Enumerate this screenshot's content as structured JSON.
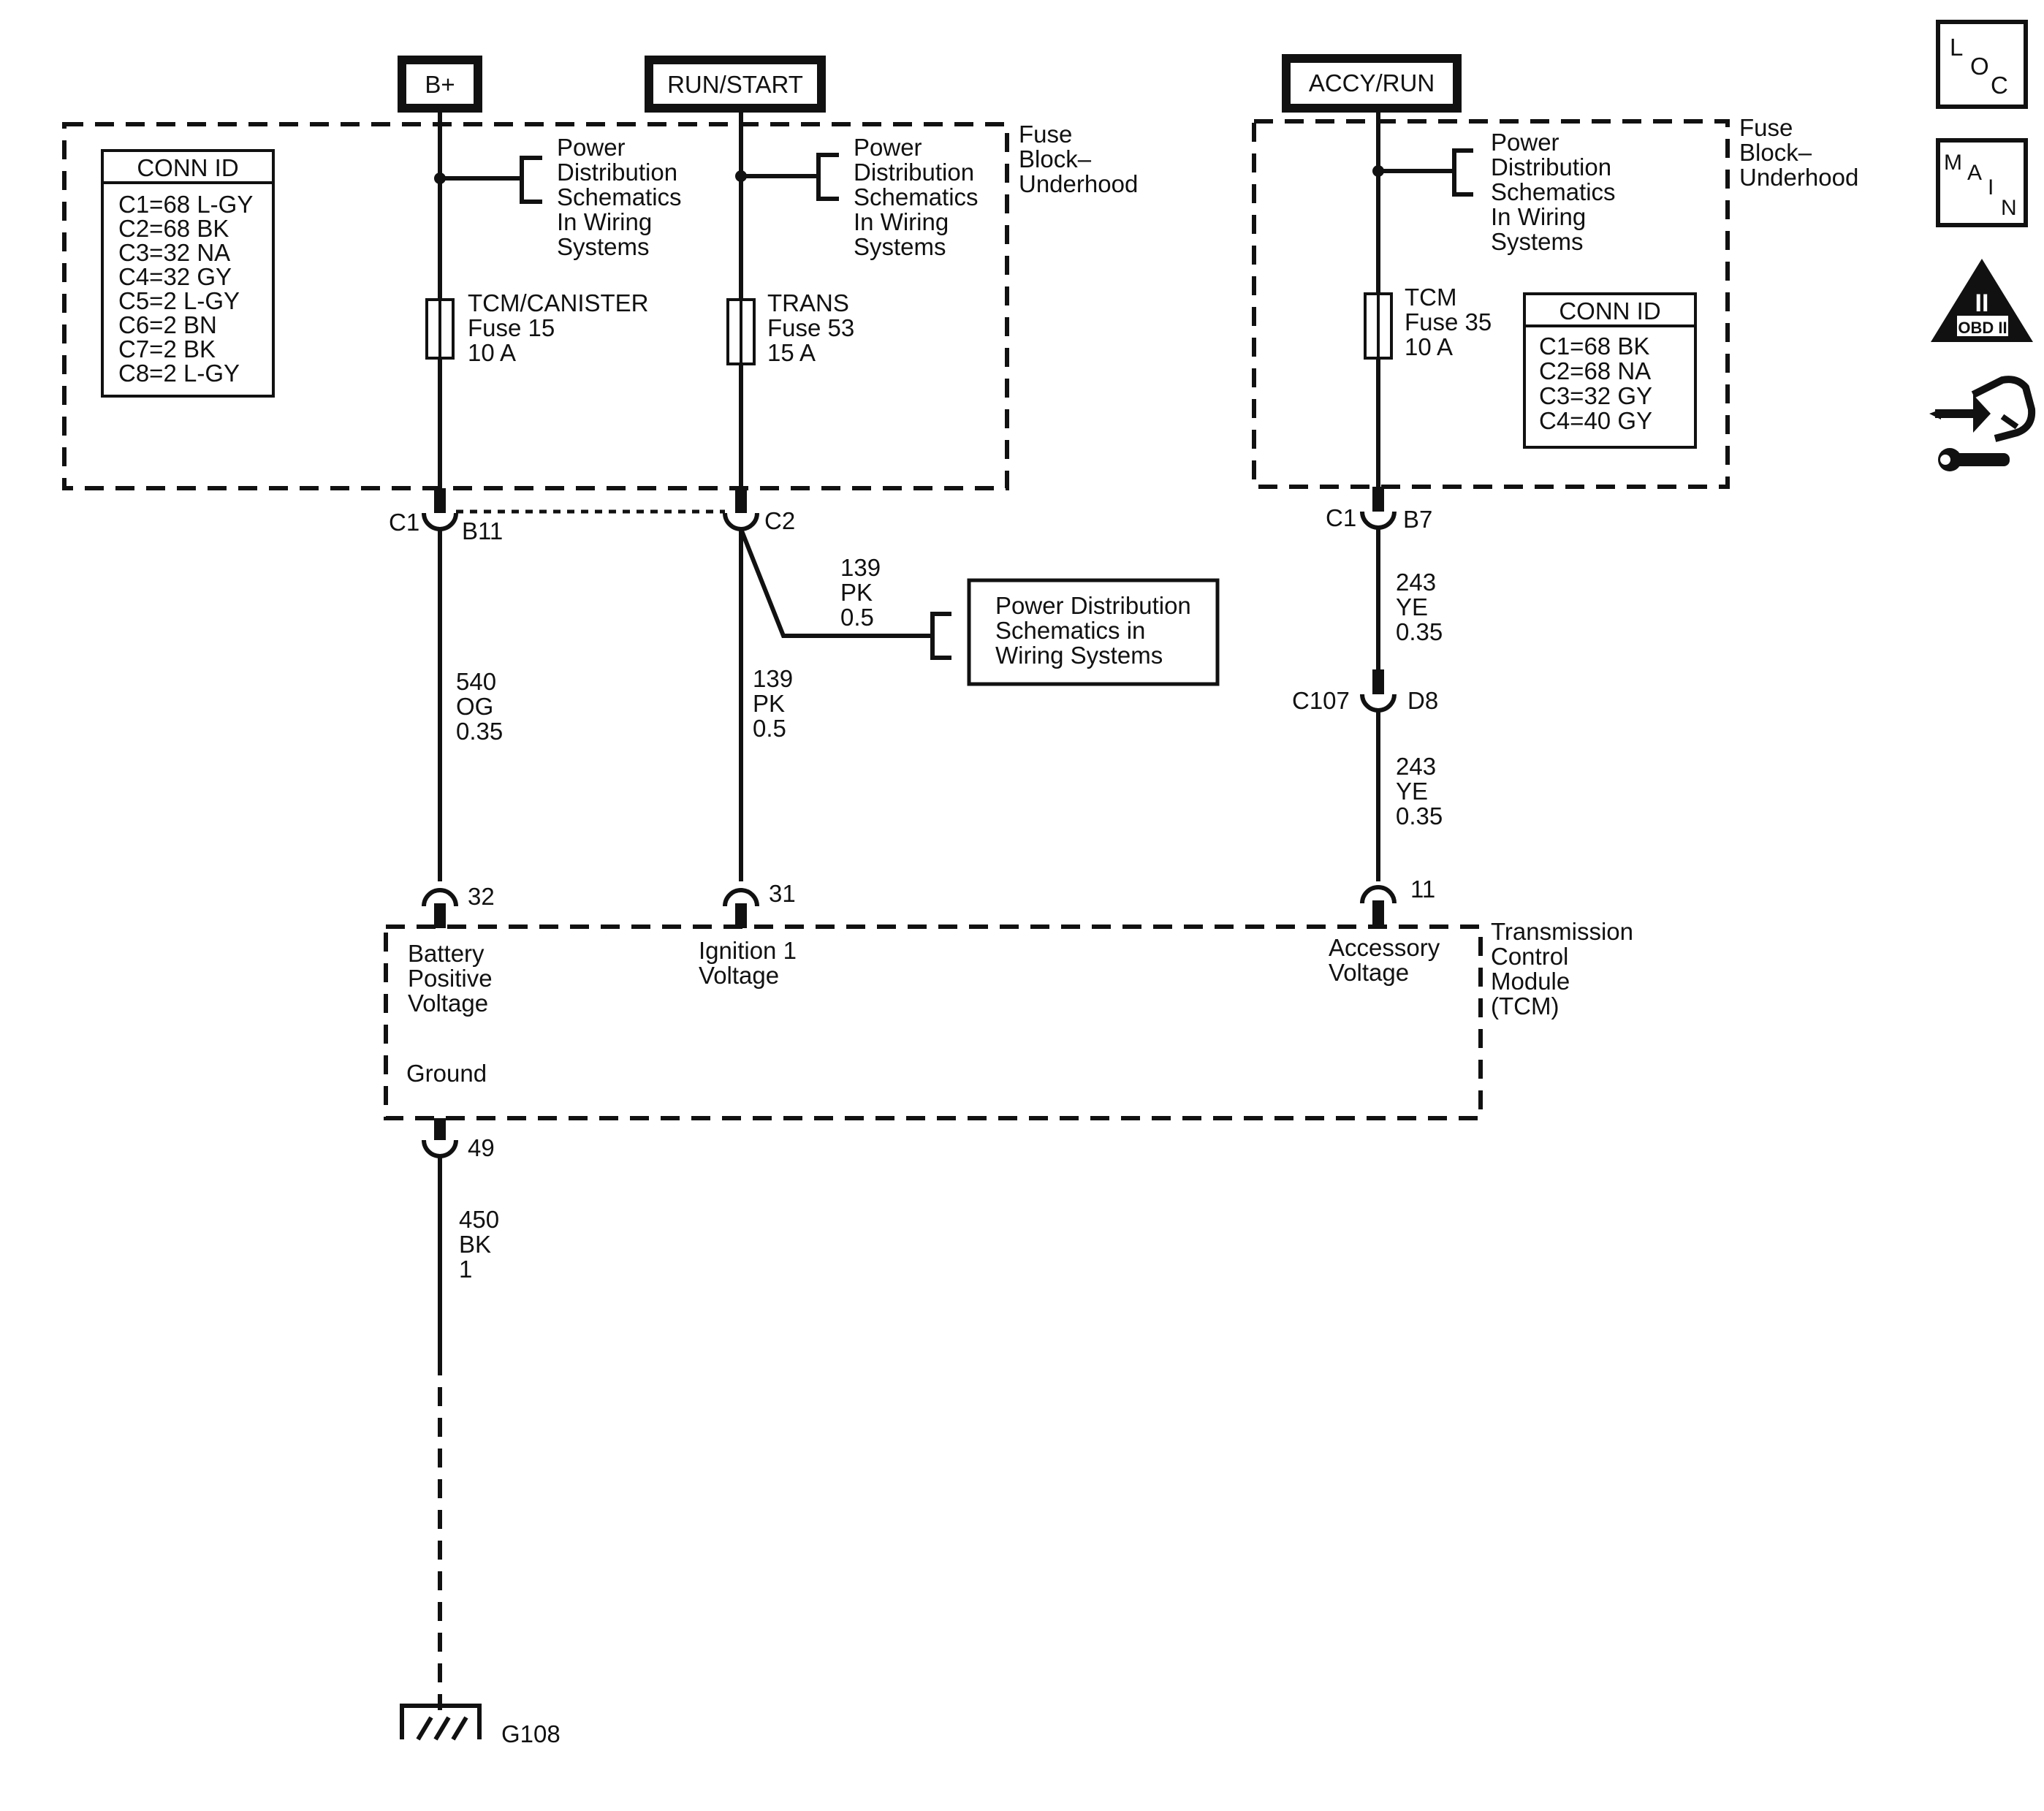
{
  "sources": {
    "bplus": "B+",
    "runstart": "RUN/START",
    "accyrun": "ACCY/RUN"
  },
  "fuse_block_left": {
    "label": [
      "Fuse",
      "Block–",
      "Underhood"
    ],
    "conn_id": {
      "title": "CONN ID",
      "rows": [
        "C1=68 L-GY",
        "C2=68 BK",
        "C3=32 NA",
        "C4=32 GY",
        "C5=2 L-GY",
        "C6=2 BN",
        "C7=2 BK",
        "C8=2 L-GY"
      ]
    },
    "pds_ref_1": [
      "Power",
      "Distribution",
      "Schematics",
      "In Wiring",
      "Systems"
    ],
    "pds_ref_2": [
      "Power",
      "Distribution",
      "Schematics",
      "In Wiring",
      "Systems"
    ],
    "fuse_15": [
      "TCM/CANISTER",
      "Fuse 15",
      "10 A"
    ],
    "fuse_53": [
      "TRANS",
      "Fuse 53",
      "15 A"
    ]
  },
  "fuse_block_right": {
    "label": [
      "Fuse",
      "Block–",
      "Underhood"
    ],
    "pds_ref": [
      "Power",
      "Distribution",
      "Schematics",
      "In Wiring",
      "Systems"
    ],
    "fuse_35": [
      "TCM",
      "Fuse 35",
      "10 A"
    ],
    "conn_id": {
      "title": "CONN ID",
      "rows": [
        "C1=68 BK",
        "C2=68 NA",
        "C3=32 GY",
        "C4=40 GY"
      ]
    }
  },
  "connectors": {
    "c1_left": "C1",
    "b11": "B11",
    "c2": "C2",
    "c1_right": "C1",
    "b7": "B7",
    "c107": "C107",
    "d8": "D8"
  },
  "wires": {
    "w540": [
      "540",
      "OG",
      "0.35"
    ],
    "w139_branch": [
      "139",
      "PK",
      "0.5"
    ],
    "w139": [
      "139",
      "PK",
      "0.5"
    ],
    "w243_top": [
      "243",
      "YE",
      "0.35"
    ],
    "w243_bottom": [
      "243",
      "YE",
      "0.35"
    ],
    "w450": [
      "450",
      "BK",
      "1"
    ]
  },
  "pds_box": [
    "Power Distribution",
    "Schematics in",
    "Wiring Systems"
  ],
  "tcm": {
    "label": [
      "Transmission",
      "Control",
      "Module",
      "(TCM)"
    ],
    "pin_32": "32",
    "pin_31": "31",
    "pin_11": "11",
    "pin_49": "49",
    "battery": [
      "Battery",
      "Positive",
      "Voltage"
    ],
    "ignition": [
      "Ignition 1",
      "Voltage"
    ],
    "accessory": [
      "Accessory",
      "Voltage"
    ],
    "ground": "Ground"
  },
  "ground_id": "G108",
  "side_icons": {
    "loc": [
      "L",
      "O",
      "C"
    ],
    "main": [
      "M",
      "A",
      "I",
      "N"
    ],
    "obd_numeral": "II",
    "obd_text": "OBD II"
  }
}
